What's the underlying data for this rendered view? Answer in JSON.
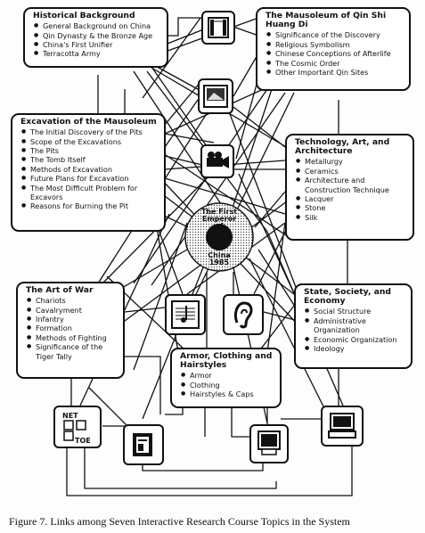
{
  "boxes": {
    "historical": {
      "title": "Historical Background",
      "items": [
        "General Background on China",
        "Qin Dynasty & the Bronze Age",
        "China's First Unifier",
        "Terracotta Army"
      ]
    },
    "mausoleum": {
      "title": "The Mausoleum of Qin Shi Huang Di",
      "items": [
        "Significance of the Discovery",
        "Religious Symbolism",
        "Chinese Conceptions of Afterlife",
        "The Cosmic Order",
        "Other Important Qin Sites"
      ]
    },
    "excavation": {
      "title": "Excavation of the Mausoleum",
      "items": [
        "The Initial Discovery of the Pits",
        "Scope of the Excavations",
        "The Pits",
        "The Tomb Itself",
        "Methods of Excavation",
        "Future Plans for Excavation",
        "The Most Difficult Problem for Excavors",
        "Reasons for Burning the Pit"
      ]
    },
    "technology": {
      "title": "Technology, Art, and Architecture",
      "items": [
        "Metallurgy",
        "Ceramics",
        "Architecture and Construction Technique",
        "Lacquer",
        "Stone",
        "Silk"
      ]
    },
    "artofwar": {
      "title": "The Art of War",
      "items": [
        "Chariots",
        "Cavalryment",
        "Infantry",
        "Formation",
        "Methods of Fighting",
        "Significance of the Tiger Tally"
      ]
    },
    "state": {
      "title": "State, Society, and Economy",
      "items": [
        "Social Structure",
        "Administrative Organization",
        "Economic Organization",
        "Ideology"
      ]
    },
    "armor": {
      "title": "Armor, Clothing and Hairstyles",
      "items": [
        "Armor",
        "Clothing",
        "Hairstyles & Caps"
      ]
    }
  },
  "hub": {
    "top": "The First Emperor of",
    "bottom": "China 1985"
  },
  "icons": {
    "quiz_label_top": "NET",
    "quiz_label_bottom": "TOE"
  },
  "caption": "Figure 7.  Links among Seven Interactive Research Course Topics in the System"
}
